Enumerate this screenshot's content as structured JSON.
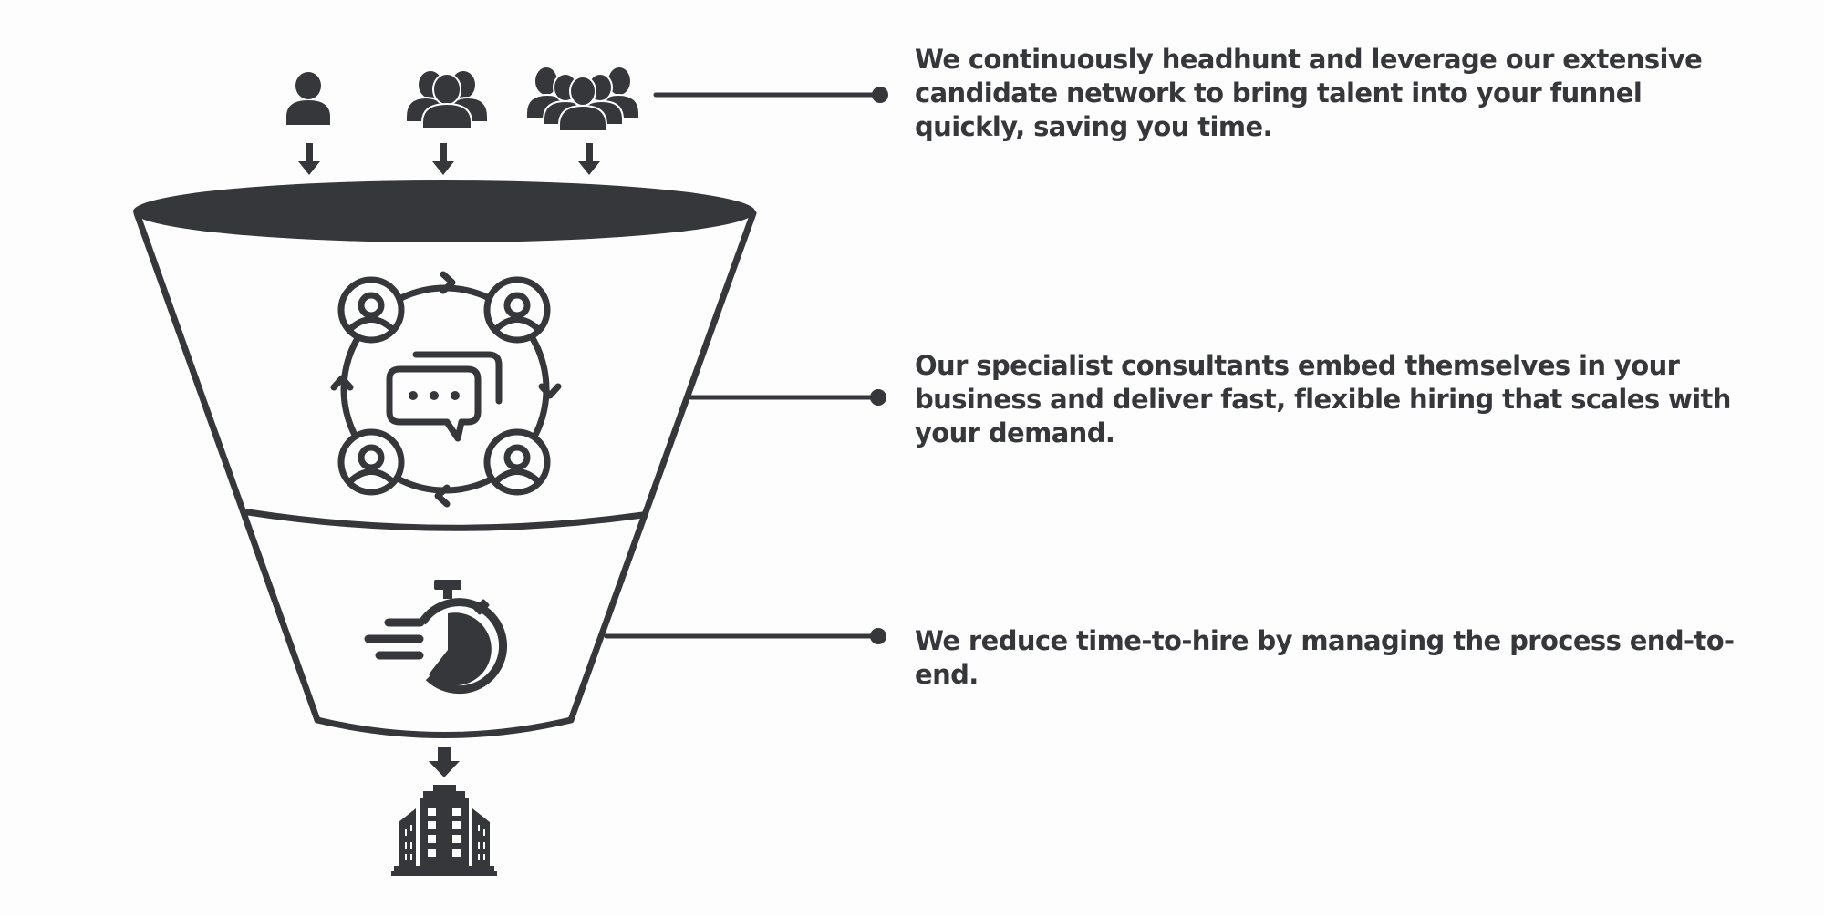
{
  "colors": {
    "ink": "#36373b",
    "background": "#fdfdfd"
  },
  "funnel": {
    "inputs": [
      {
        "icon": "person-icon",
        "label": "single candidate"
      },
      {
        "icon": "group-of-three-icon",
        "label": "small candidate group"
      },
      {
        "icon": "group-of-five-icon",
        "label": "large candidate group"
      }
    ],
    "stages": [
      {
        "icon": "team-collaboration-chat-icon"
      },
      {
        "icon": "fast-stopwatch-icon"
      }
    ],
    "output": {
      "icon": "office-building-icon"
    }
  },
  "callouts": [
    {
      "text": "We continuously headhunt and leverage our extensive candidate network to bring talent into your funnel quickly, saving you time."
    },
    {
      "text": "Our specialist consultants embed themselves in your business and deliver fast, flexible hiring that scales with your demand."
    },
    {
      "text": "We reduce time-to-hire by managing the process end-to-end."
    }
  ]
}
